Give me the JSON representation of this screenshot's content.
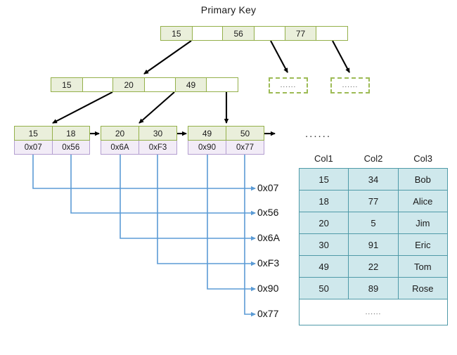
{
  "diagram": {
    "title": "Primary Key",
    "root_node": {
      "name": "root-node",
      "cells": [
        {
          "type": "key",
          "label": "15"
        },
        {
          "type": "ptr",
          "label": ""
        },
        {
          "type": "key",
          "label": "56"
        },
        {
          "type": "ptr",
          "label": ""
        },
        {
          "type": "key",
          "label": "77"
        },
        {
          "type": "ptr",
          "label": ""
        }
      ]
    },
    "internal_node": {
      "name": "internal-node",
      "cells": [
        {
          "type": "key",
          "label": "15"
        },
        {
          "type": "ptr",
          "label": ""
        },
        {
          "type": "key",
          "label": "20"
        },
        {
          "type": "ptr",
          "label": ""
        },
        {
          "type": "key",
          "label": "49"
        },
        {
          "type": "ptr",
          "label": ""
        }
      ]
    },
    "placeholder_nodes": [
      {
        "label": "......"
      },
      {
        "label": "......"
      }
    ],
    "leaf_nodes": [
      {
        "keys": [
          "15",
          "18"
        ],
        "pointers": [
          "0x07",
          "0x56"
        ]
      },
      {
        "keys": [
          "20",
          "30"
        ],
        "pointers": [
          "0x6A",
          "0xF3"
        ]
      },
      {
        "keys": [
          "49",
          "50"
        ],
        "pointers": [
          "0x90",
          "0x77"
        ]
      }
    ],
    "address_labels": [
      "0x07",
      "0x56",
      "0x6A",
      "0xF3",
      "0x90",
      "0x77"
    ],
    "ellipsis_above_table": "......",
    "colors": {
      "node_border_green": "#94b04a",
      "node_fill_green": "#eaefdb",
      "pointer_border_purple": "#b49fd0",
      "pointer_fill_purple": "#f2ecf7",
      "connector_blue": "#5b9bd5",
      "table_border": "#4f9aa8",
      "table_fill": "#cfe8ec",
      "arrow_black": "#000000"
    }
  },
  "data_table": {
    "name": "records-table",
    "headers": [
      "Col1",
      "Col2",
      "Col3"
    ],
    "rows": [
      [
        "15",
        "34",
        "Bob"
      ],
      [
        "18",
        "77",
        "Alice"
      ],
      [
        "20",
        "5",
        "Jim"
      ],
      [
        "30",
        "91",
        "Eric"
      ],
      [
        "49",
        "22",
        "Tom"
      ],
      [
        "50",
        "89",
        "Rose"
      ]
    ],
    "footer_ellipsis": "......"
  }
}
